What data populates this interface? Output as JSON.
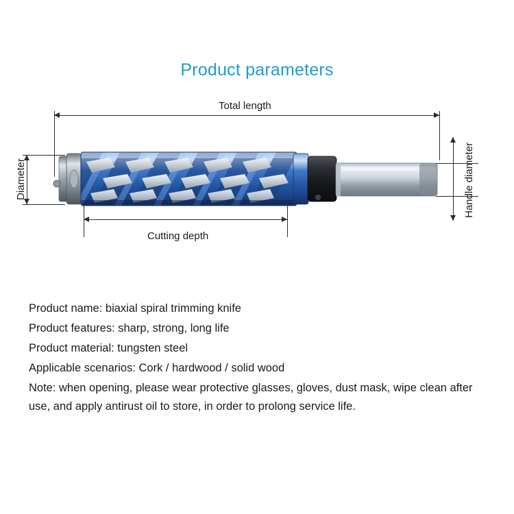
{
  "title": "Product parameters",
  "diagram": {
    "labels": {
      "total_length": "Total length",
      "diameter": "Diameter",
      "handle_diameter": "Handle diameter",
      "cutting_depth": "Cutting depth"
    },
    "colors": {
      "title": "#1e9bd7",
      "flute_blue": "#2f6fc4",
      "body_light": "#cfd6dd",
      "shank_steel": "#9aa3ab",
      "line": "#2b2b2b"
    }
  },
  "specs": {
    "product_name": "Product name: biaxial spiral trimming knife",
    "product_features": "Product features: sharp, strong, long life",
    "product_material": "Product material: tungsten steel",
    "applicable_scenarios": "Applicable scenarios: Cork / hardwood / solid wood",
    "note": "Note: when opening, please wear protective glasses, gloves, dust mask, wipe clean after use, and apply antirust oil to store, in order to prolong service life."
  }
}
